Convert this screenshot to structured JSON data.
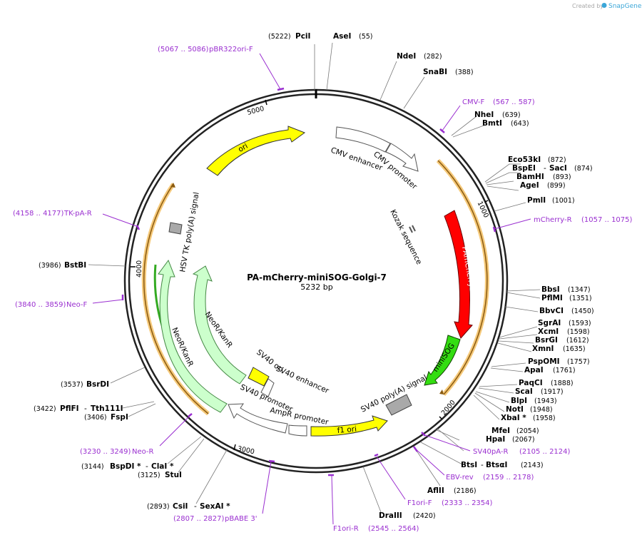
{
  "app": {
    "credit_prefix": "Created by",
    "credit_brand": "SnapGene"
  },
  "plasmid": {
    "name": "PA-mCherry-miniSOG-Golgi-7",
    "size": "5232 bp",
    "length": 5232
  },
  "ticks": [
    "1000",
    "2000",
    "3000",
    "4000",
    "5000"
  ],
  "features": [
    {
      "name": "CMV enhancer",
      "color": "#ffffff"
    },
    {
      "name": "CMV promoter",
      "color": "#ffffff"
    },
    {
      "name": "Kozak sequence",
      "color": "#ffffff"
    },
    {
      "name": "PAmCherry1",
      "color": "#ff0000"
    },
    {
      "name": "miniSOG",
      "color": "#33dd11"
    },
    {
      "name": "SV40 poly(A) signal",
      "color": "#a9a9a9"
    },
    {
      "name": "f1 ori",
      "color": "#ffff00"
    },
    {
      "name": "AmpR promoter",
      "color": "#ffffff"
    },
    {
      "name": "SV40 promoter",
      "color": "#ffffff"
    },
    {
      "name": "SV40 enhancer",
      "color": "#ffffff"
    },
    {
      "name": "SV40 ori",
      "color": "#ffff00"
    },
    {
      "name": "NeoR/KanR",
      "color": "#ccffcc"
    },
    {
      "name": "NeoR/KanR",
      "color": "#ccffcc"
    },
    {
      "name": "HSV TK poly(A) signal",
      "color": "#a9a9a9"
    },
    {
      "name": "ori",
      "color": "#ffff00"
    }
  ],
  "enzymes": [
    {
      "name": "PciI",
      "pos": "(5222)"
    },
    {
      "name": "AseI",
      "pos": "(55)"
    },
    {
      "name": "NdeI",
      "pos": "(282)"
    },
    {
      "name": "SnaBI",
      "pos": "(388)"
    },
    {
      "name": "NheI",
      "pos": "(639)"
    },
    {
      "name": "BmtI",
      "pos": "(643)"
    },
    {
      "name": "Eco53kI",
      "pos": "(872)"
    },
    {
      "name": "BspEI",
      "pos": "(874)"
    },
    {
      "name": "SacI",
      "pos": ""
    },
    {
      "name": "BamHI",
      "pos": "(893)"
    },
    {
      "name": "AgeI",
      "pos": "(899)"
    },
    {
      "name": "PmlI",
      "pos": "(1001)"
    },
    {
      "name": "BbsI",
      "pos": "(1347)"
    },
    {
      "name": "PflMI",
      "pos": "(1351)"
    },
    {
      "name": "BbvCI",
      "pos": "(1450)"
    },
    {
      "name": "SgrAI",
      "pos": "(1593)"
    },
    {
      "name": "XcmI",
      "pos": "(1598)"
    },
    {
      "name": "BsrGI",
      "pos": "(1612)"
    },
    {
      "name": "XmnI",
      "pos": "(1635)"
    },
    {
      "name": "PspOMI",
      "pos": "(1757)"
    },
    {
      "name": "ApaI",
      "pos": "(1761)"
    },
    {
      "name": "PaqCI",
      "pos": "(1888)"
    },
    {
      "name": "ScaI",
      "pos": "(1917)"
    },
    {
      "name": "BlpI",
      "pos": "(1943)"
    },
    {
      "name": "NotI",
      "pos": "(1948)"
    },
    {
      "name": "XbaI *",
      "pos": "(1958)"
    },
    {
      "name": "MfeI",
      "pos": "(2054)"
    },
    {
      "name": "HpaI",
      "pos": "(2067)"
    },
    {
      "name": "BtsI",
      "pos": ""
    },
    {
      "name": "BtsαI",
      "pos": "(2143)"
    },
    {
      "name": "AflII",
      "pos": "(2186)"
    },
    {
      "name": "DraIII",
      "pos": "(2420)"
    },
    {
      "name": "CsiI",
      "pos": "(2893)"
    },
    {
      "name": "SexAI *",
      "pos": ""
    },
    {
      "name": "StuI",
      "pos": "(3125)"
    },
    {
      "name": "BspDI *",
      "pos": "(3144)"
    },
    {
      "name": "ClaI *",
      "pos": ""
    },
    {
      "name": "FspI",
      "pos": "(3406)"
    },
    {
      "name": "PflFI",
      "pos": "(3422)"
    },
    {
      "name": "Tth111I",
      "pos": ""
    },
    {
      "name": "BsrDI",
      "pos": "(3537)"
    },
    {
      "name": "BstBI",
      "pos": "(3986)"
    }
  ],
  "primers": [
    {
      "name": "pBR322ori-F",
      "range": "(5067 .. 5086)"
    },
    {
      "name": "CMV-F",
      "range": "(567 .. 587)"
    },
    {
      "name": "mCherry-R",
      "range": "(1057 .. 1075)"
    },
    {
      "name": "SV40pA-R",
      "range": "(2105 .. 2124)"
    },
    {
      "name": "EBV-rev",
      "range": "(2159 .. 2178)"
    },
    {
      "name": "F1ori-F",
      "range": "(2333 .. 2354)"
    },
    {
      "name": "F1ori-R",
      "range": "(2545 .. 2564)"
    },
    {
      "name": "pBABE 3'",
      "range": "(2807 .. 2827)"
    },
    {
      "name": "Neo-R",
      "range": "(3230 .. 3249)"
    },
    {
      "name": "Neo-F",
      "range": "(3840 .. 3859)"
    },
    {
      "name": "TK-pA-R",
      "range": "(4158 .. 4177)"
    }
  ],
  "colors": {
    "primer": "#9a2fd0",
    "backbone": "#222222",
    "orange": "#f0a030"
  }
}
